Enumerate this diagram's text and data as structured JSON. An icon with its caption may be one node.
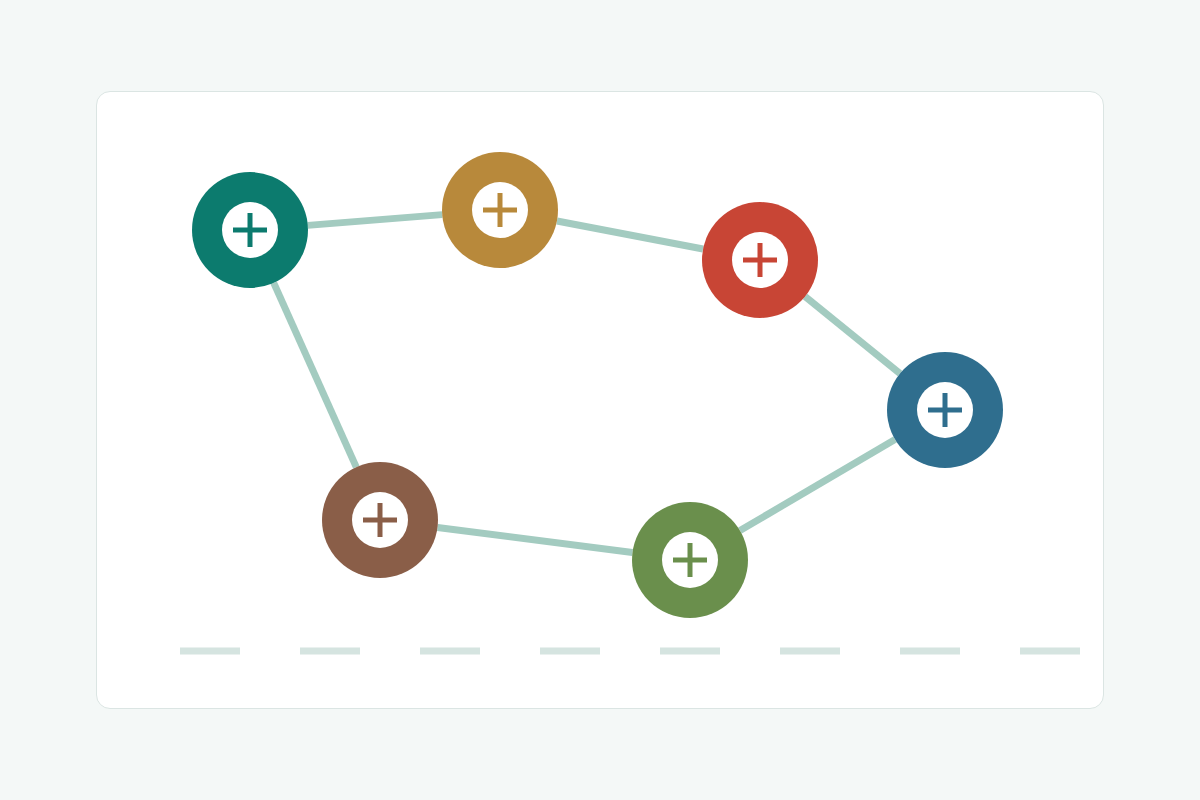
{
  "diagram": {
    "nodes": [
      {
        "text": [],
        "shape": "circle"
      },
      {
        "text": [],
        "shape": "circle"
      },
      {
        "text": [],
        "shape": "circle"
      },
      {
        "text": [],
        "shape": "circle"
      },
      {
        "text": [],
        "shape": "circle"
      },
      {
        "text": [],
        "shape": "circle"
      }
    ],
    "edges": [
      {
        "from": 0,
        "to": 2,
        "arrow": "none"
      },
      {
        "from": 2,
        "to": 4,
        "arrow": "none"
      },
      {
        "from": 4,
        "to": 5,
        "arrow": "none"
      },
      {
        "from": 5,
        "to": 3,
        "arrow": "none"
      },
      {
        "from": 3,
        "to": 1,
        "arrow": "none"
      },
      {
        "from": 1,
        "to": 0,
        "arrow": "none"
      }
    ]
  }
}
